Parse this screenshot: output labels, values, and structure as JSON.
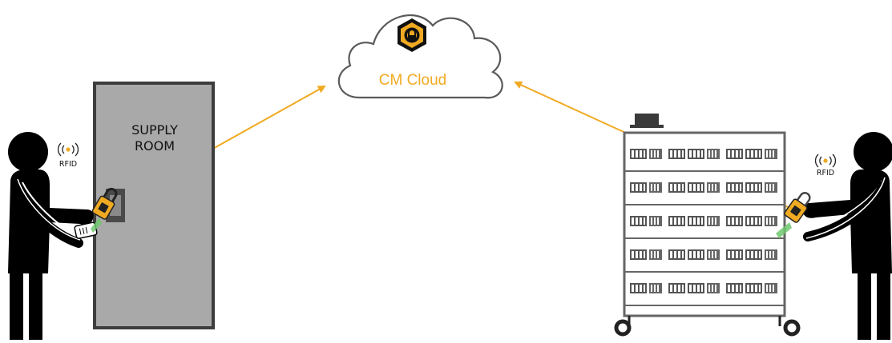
{
  "cloud": {
    "label": "CM Cloud",
    "logo_icon": "cm-hexagon-lock-logo"
  },
  "supply_room": {
    "line1": "SUPPLY",
    "line2": "ROOM"
  },
  "rfid": {
    "left_label": "RFID",
    "right_label": "RFID",
    "icon": "rfid-signal-icon"
  },
  "colors": {
    "accent": "#f0aa22",
    "cloud_outline": "#5a5a5a",
    "door_fill": "#a9a9a9",
    "door_frame": "#3d3d3d",
    "figure": "#000000",
    "scan_light": "#6ec86e"
  }
}
